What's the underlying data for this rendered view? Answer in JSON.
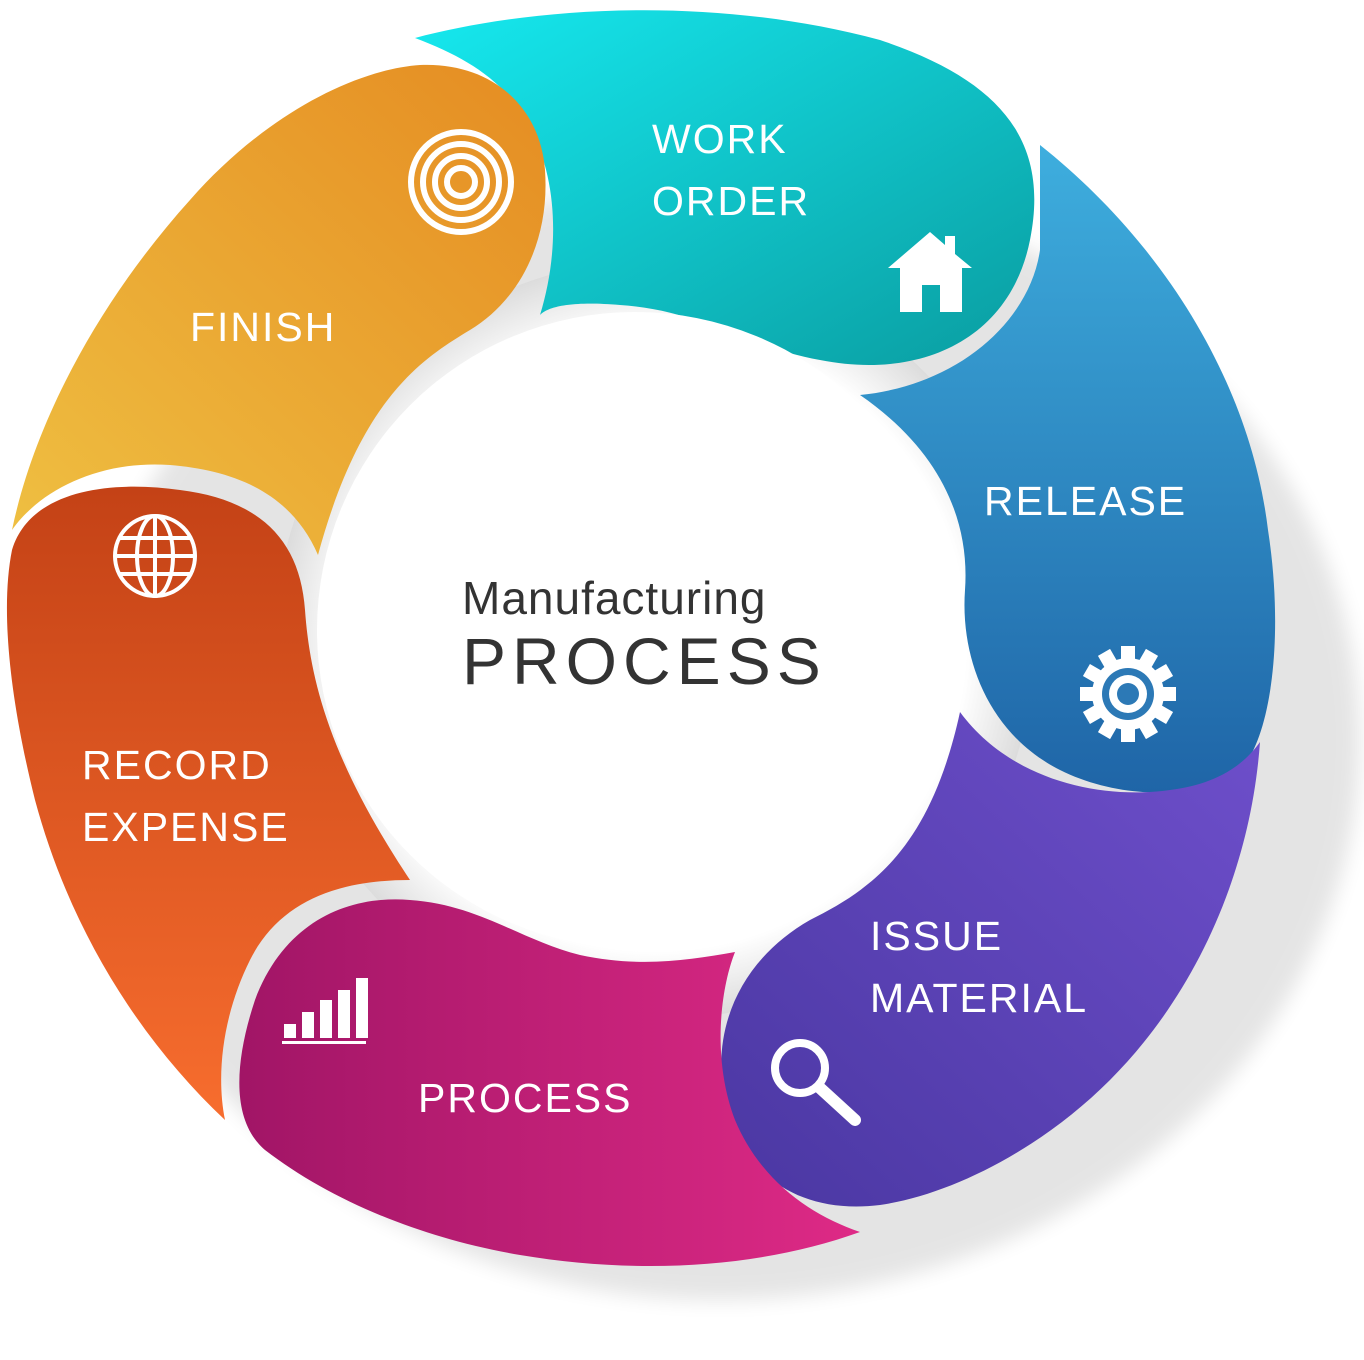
{
  "center": {
    "subtitle": "Manufacturing",
    "title": "PROCESS"
  },
  "steps": [
    {
      "lines": [
        "WORK",
        "ORDER"
      ],
      "icon": "home-icon",
      "color_light": "#16E9EF",
      "color_dark": "#0A9CA0"
    },
    {
      "lines": [
        "RELEASE"
      ],
      "icon": "gear-icon",
      "color_light": "#3EAEDE",
      "color_dark": "#1F65A7"
    },
    {
      "lines": [
        "ISSUE",
        "MATERIAL"
      ],
      "icon": "search-icon",
      "color_light": "#6E4FCB",
      "color_dark": "#4A37A2"
    },
    {
      "lines": [
        "PROCESS"
      ],
      "icon": "bar-chart-icon",
      "color_light": "#DE2A86",
      "color_dark": "#A11566"
    },
    {
      "lines": [
        "RECORD",
        "EXPENSE"
      ],
      "icon": "globe-icon",
      "color_light": "#F76D2E",
      "color_dark": "#C44216"
    },
    {
      "lines": [
        "FINISH"
      ],
      "icon": "target-icon",
      "color_light": "#EFC042",
      "color_dark": "#E58C22"
    }
  ]
}
